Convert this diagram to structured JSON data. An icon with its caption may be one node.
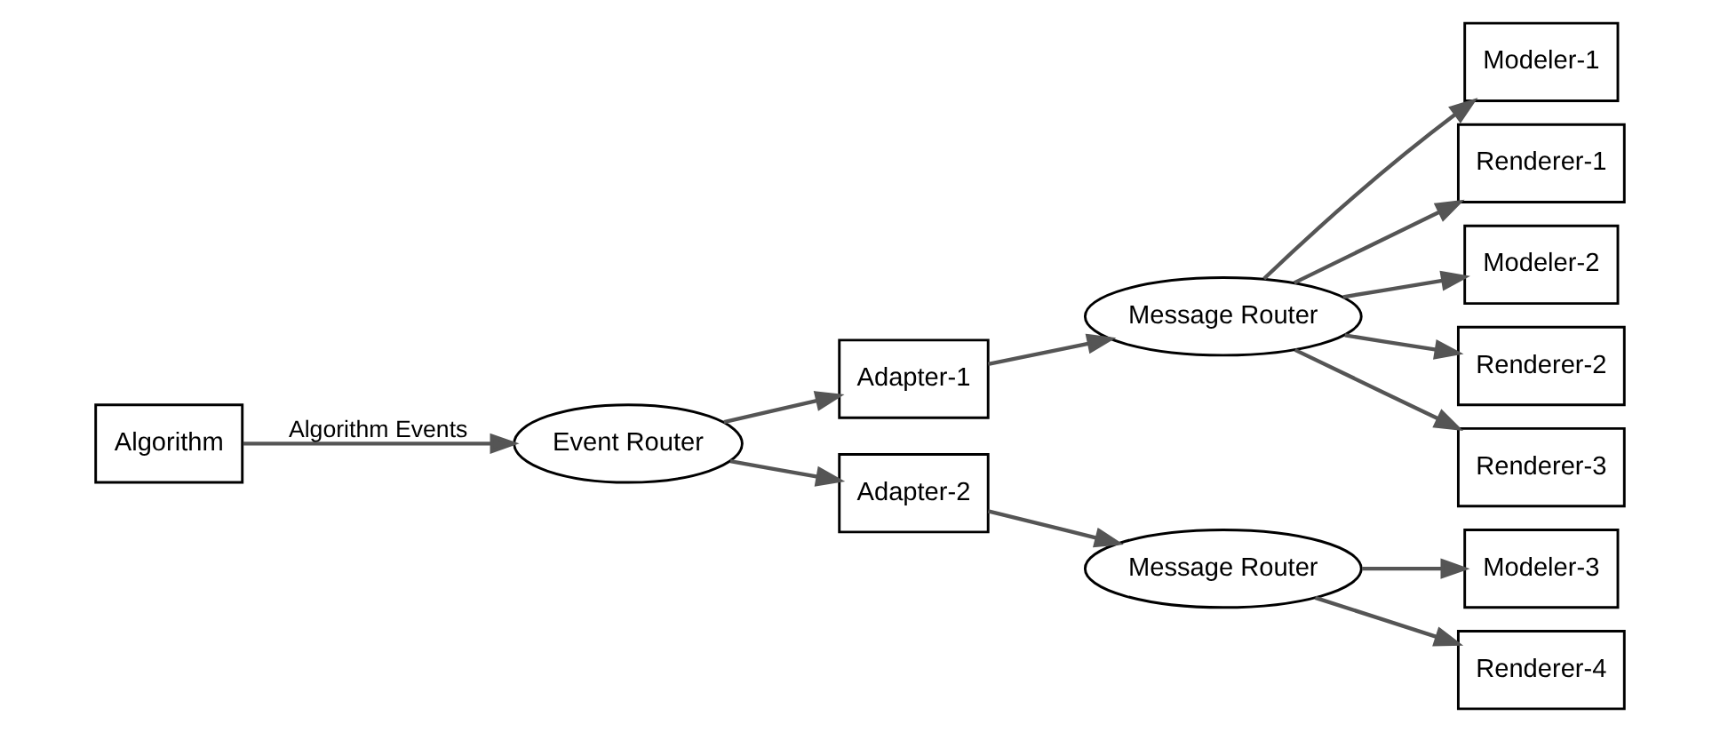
{
  "diagram": {
    "nodes": [
      {
        "text": [
          "Algorithm"
        ]
      },
      {
        "text": [
          "Event Router"
        ]
      },
      {
        "text": [
          "Adapter-1"
        ]
      },
      {
        "text": [
          "Adapter-2"
        ]
      },
      {
        "text": [
          "Message Router"
        ]
      },
      {
        "text": [
          "Message Router"
        ]
      },
      {
        "text": [
          "Modeler-1"
        ]
      },
      {
        "text": [
          "Renderer-1"
        ]
      },
      {
        "text": [
          "Modeler-2"
        ]
      },
      {
        "text": [
          "Renderer-2"
        ]
      },
      {
        "text": [
          "Renderer-3"
        ]
      },
      {
        "text": [
          "Modeler-3"
        ]
      },
      {
        "text": [
          "Renderer-4"
        ]
      }
    ],
    "edges": [
      {
        "from": 0,
        "to": 1,
        "arrow": "to",
        "label": "Algorithm Events"
      },
      {
        "from": 1,
        "to": 2,
        "arrow": "to"
      },
      {
        "from": 1,
        "to": 3,
        "arrow": "to"
      },
      {
        "from": 2,
        "to": 4,
        "arrow": "to"
      },
      {
        "from": 3,
        "to": 5,
        "arrow": "to"
      },
      {
        "from": 4,
        "to": 6,
        "arrow": "to"
      },
      {
        "from": 4,
        "to": 7,
        "arrow": "to"
      },
      {
        "from": 4,
        "to": 8,
        "arrow": "to"
      },
      {
        "from": 4,
        "to": 9,
        "arrow": "to"
      },
      {
        "from": 4,
        "to": 10,
        "arrow": "to"
      },
      {
        "from": 5,
        "to": 11,
        "arrow": "to"
      },
      {
        "from": 5,
        "to": 12,
        "arrow": "to"
      }
    ]
  }
}
